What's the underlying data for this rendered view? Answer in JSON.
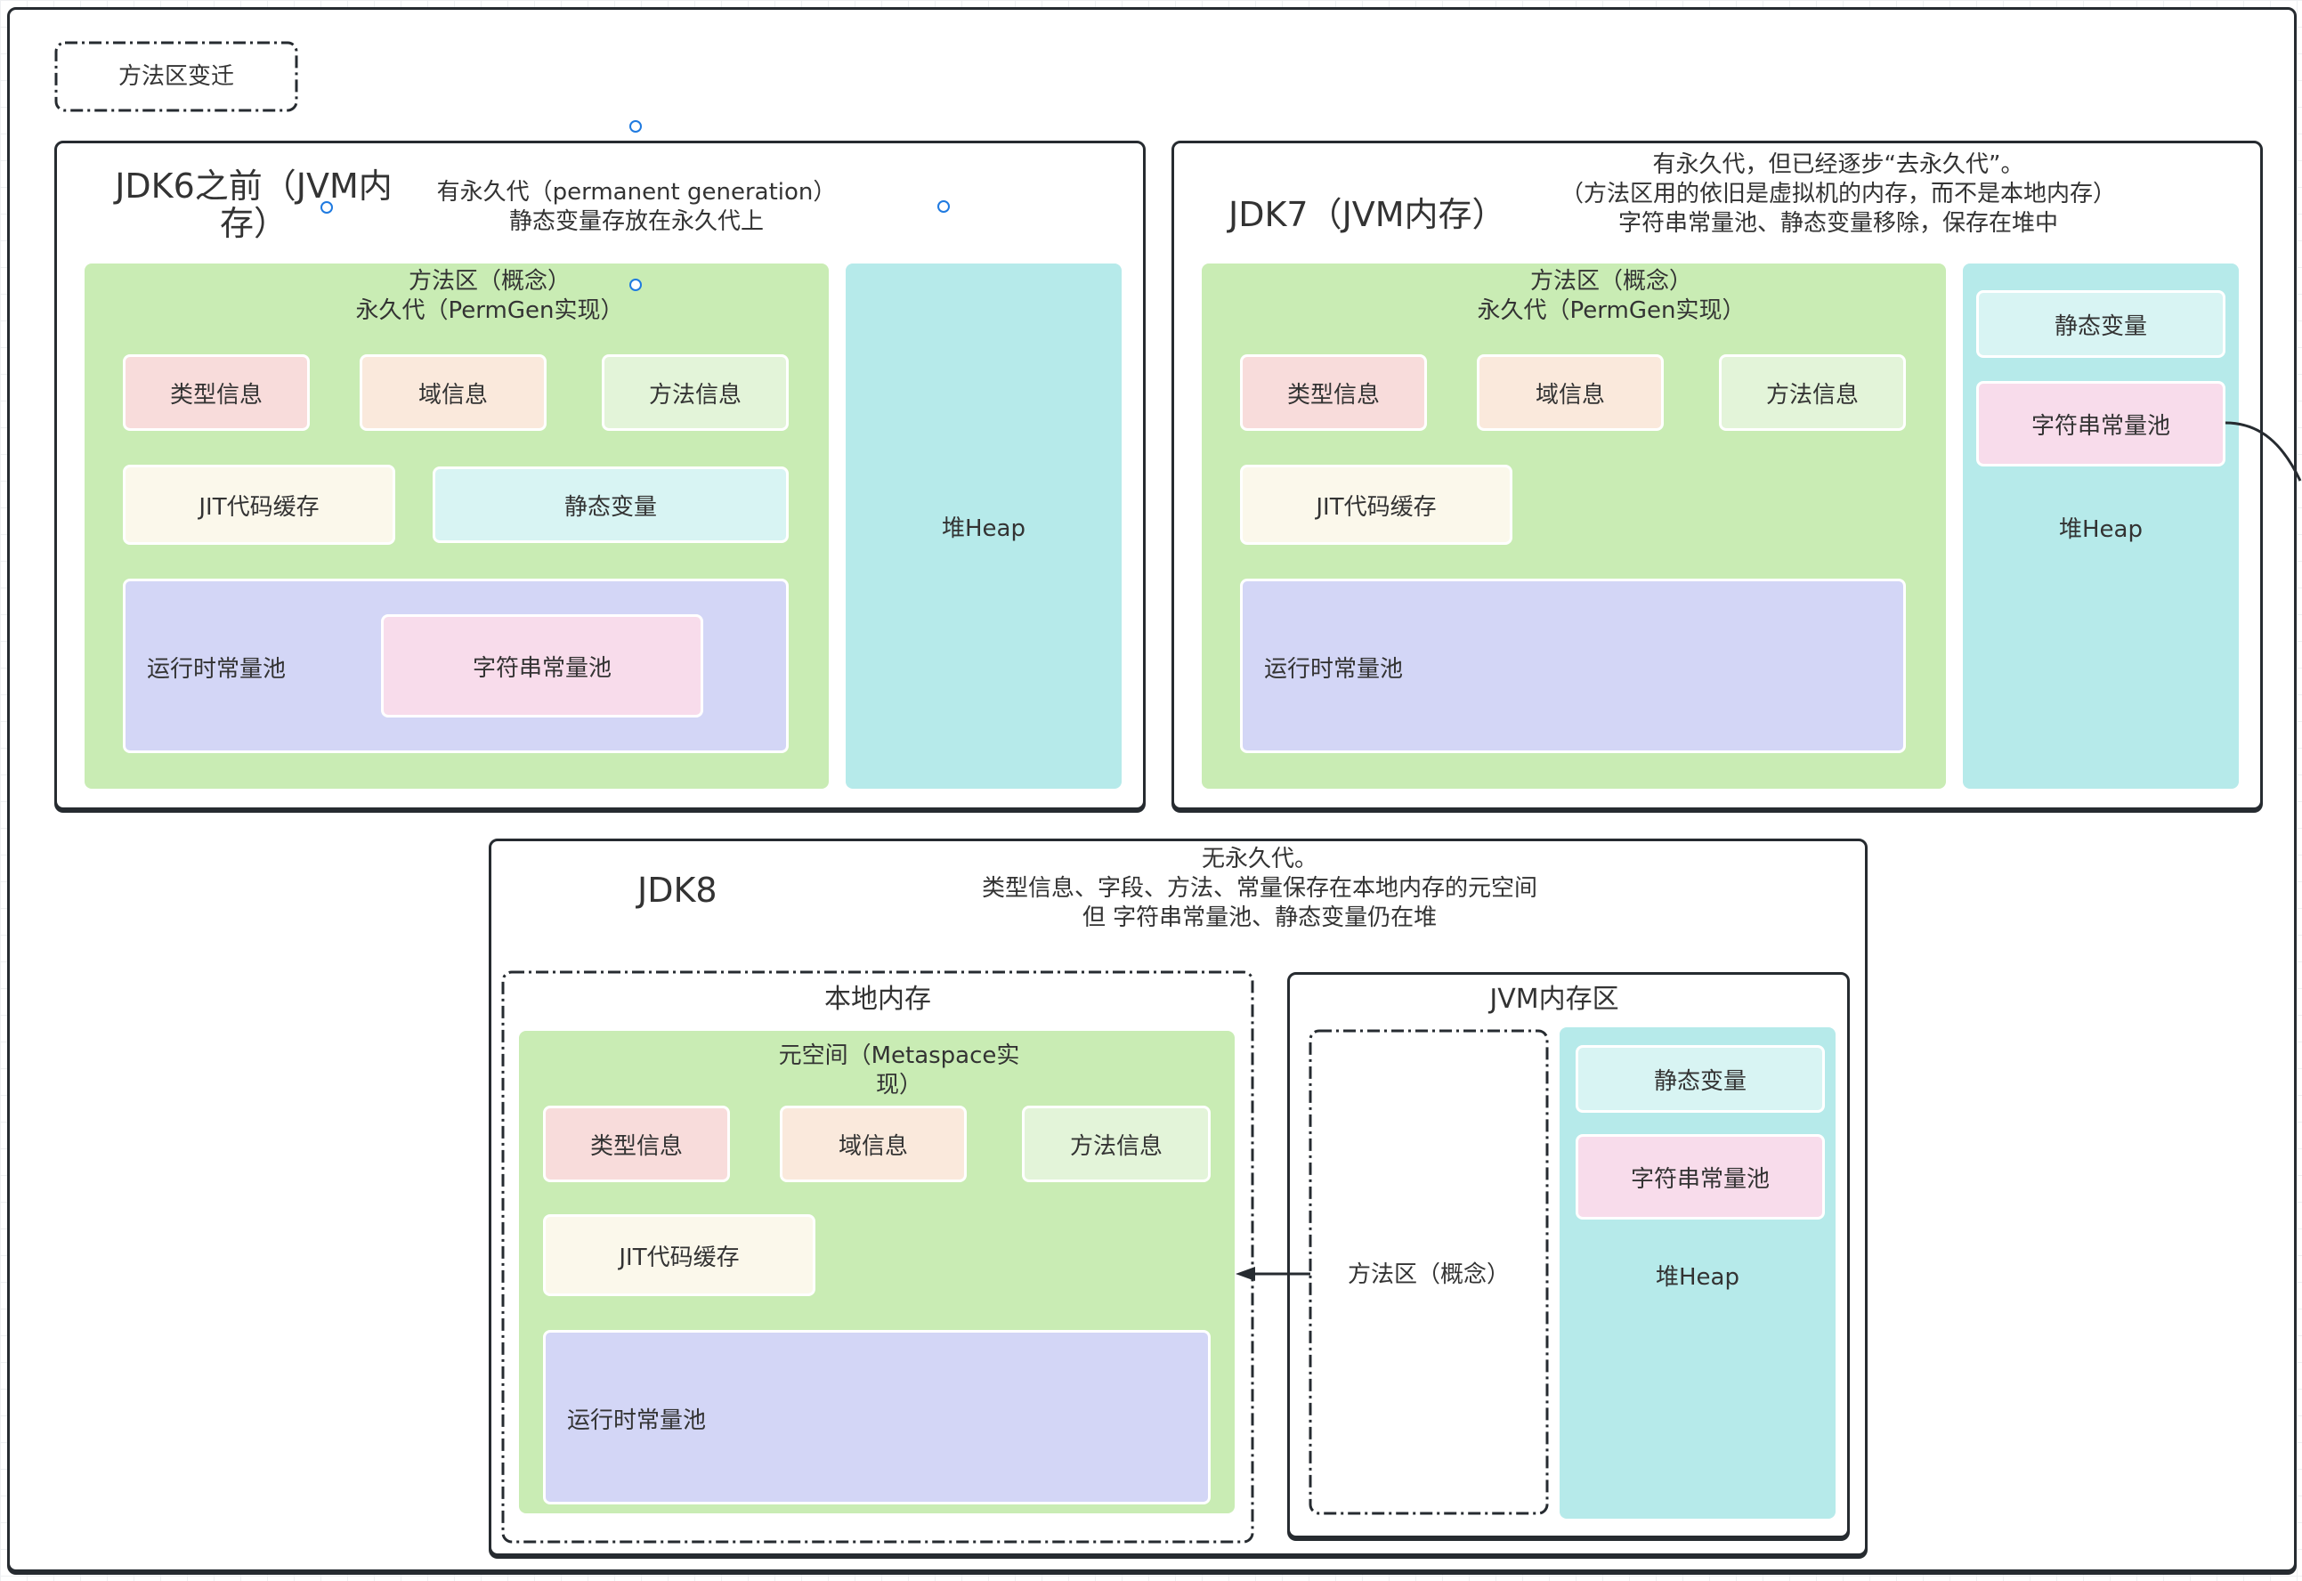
{
  "diagram_title": "方法区变迁",
  "jdk6": {
    "title_line1": "JDK6之前（JVM内",
    "title_line2": "存）",
    "note_line1": "有永久代（permanent generation）",
    "note_line2": "静态变量存放在永久代上",
    "method_area_line1": "方法区（概念）",
    "method_area_line2": "永久代（PermGen实现）",
    "type_info": "类型信息",
    "field_info": "域信息",
    "method_info": "方法信息",
    "jit_cache": "JIT代码缓存",
    "static_vars": "静态变量",
    "runtime_pool": "运行时常量池",
    "string_pool": "字符串常量池",
    "heap": "堆Heap"
  },
  "jdk7": {
    "title": "JDK7（JVM内存）",
    "note_line1": "有永久代，但已经逐步“去永久代”。",
    "note_line2": "（方法区用的依旧是虚拟机的内存，而不是本地内存）",
    "note_line3": "字符串常量池、静态变量移除，保存在堆中",
    "method_area_line1": "方法区（概念）",
    "method_area_line2": "永久代（PermGen实现）",
    "type_info": "类型信息",
    "field_info": "域信息",
    "method_info": "方法信息",
    "jit_cache": "JIT代码缓存",
    "runtime_pool": "运行时常量池",
    "static_vars": "静态变量",
    "string_pool": "字符串常量池",
    "heap": "堆Heap"
  },
  "jdk8": {
    "title": "JDK8",
    "note_line1": "无永久代。",
    "note_line2": "类型信息、字段、方法、常量保存在本地内存的元空间",
    "note_line3": "但 字符串常量池、静态变量仍在堆",
    "native_memory": "本地内存",
    "metaspace_line1": "元空间（Metaspace实",
    "metaspace_line2": "现）",
    "type_info": "类型信息",
    "field_info": "域信息",
    "method_info": "方法信息",
    "jit_cache": "JIT代码缓存",
    "runtime_pool": "运行时常量池",
    "jvm_area": "JVM内存区",
    "method_area": "方法区（概念）",
    "static_vars": "静态变量",
    "string_pool": "字符串常量池",
    "heap": "堆Heap"
  },
  "colors": {
    "frame": "#262b30",
    "method_area_green": "#c9ecb4",
    "heap_cyan": "#b6eaea",
    "type_info": "#f8dcdb",
    "field_info": "#fae9dc",
    "method_info": "#e3f4d9",
    "jit_cache": "#fbf8eb",
    "static_vars": "#d8f4f3",
    "runtime_pool": "#d3d6f6",
    "string_pool": "#f8dceb",
    "anchor_blue": "#1f7ae0"
  }
}
